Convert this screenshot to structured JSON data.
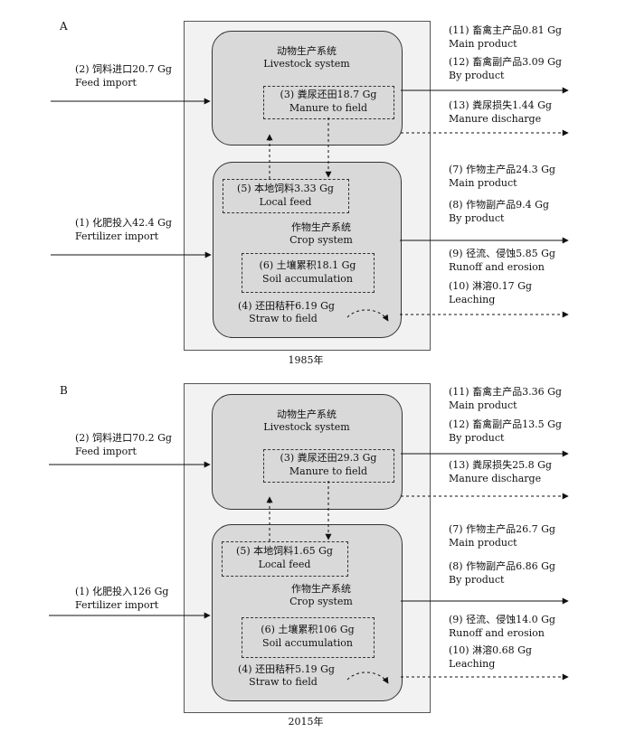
{
  "panels": [
    {
      "letter": "A",
      "year": "1985年",
      "livestock": {
        "cn": "动物生产系统",
        "en": "Livestock system"
      },
      "crop": {
        "cn": "作物生产系统",
        "en": "Crop system"
      },
      "manure_to_field": {
        "cn": "(3) 粪尿还田18.7 Gg",
        "en": "Manure to field"
      },
      "local_feed": {
        "cn": "(5) 本地饲料3.33 Gg",
        "en": "Local feed"
      },
      "soil_accumulation": {
        "cn": "(6) 土壤累积18.1 Gg",
        "en": "Soil accumulation"
      },
      "straw_to_field": {
        "cn": "(4) 还田秸秆6.19 Gg",
        "en": "Straw to field"
      },
      "feed_import": {
        "cn": "(2) 饲料进口20.7 Gg",
        "en": "Feed import"
      },
      "fertilizer_import": {
        "cn": "(1) 化肥投入42.4 Gg",
        "en": "Fertilizer import"
      },
      "outputs": {
        "main_product_livestock": {
          "cn": "(11) 畜禽主产品0.81 Gg",
          "en": "Main product"
        },
        "by_product_livestock": {
          "cn": "(12) 畜禽副产品3.09 Gg",
          "en": "By product"
        },
        "manure_discharge": {
          "cn": "(13) 粪尿损失1.44 Gg",
          "en": "Manure discharge"
        },
        "main_product_crop": {
          "cn": "(7) 作物主产品24.3 Gg",
          "en": "Main product"
        },
        "by_product_crop": {
          "cn": "(8) 作物副产品9.4 Gg",
          "en": "By product"
        },
        "runoff": {
          "cn": "(9) 径流、侵蚀5.85 Gg",
          "en": "Runoff and erosion"
        },
        "leaching": {
          "cn": "(10) 淋溶0.17 Gg",
          "en": "Leaching"
        }
      }
    },
    {
      "letter": "B",
      "year": "2015年",
      "livestock": {
        "cn": "动物生产系统",
        "en": "Livestock system"
      },
      "crop": {
        "cn": "作物生产系统",
        "en": "Crop system"
      },
      "manure_to_field": {
        "cn": "(3) 粪尿还田29.3 Gg",
        "en": "Manure to field"
      },
      "local_feed": {
        "cn": "(5) 本地饲料1.65 Gg",
        "en": "Local feed"
      },
      "soil_accumulation": {
        "cn": "(6) 土壤累积106 Gg",
        "en": "Soil accumulation"
      },
      "straw_to_field": {
        "cn": "(4) 还田秸秆5.19 Gg",
        "en": "Straw to field"
      },
      "feed_import": {
        "cn": "(2) 饲料进口70.2 Gg",
        "en": "Feed import"
      },
      "fertilizer_import": {
        "cn": "(1) 化肥投入126 Gg",
        "en": "Fertilizer import"
      },
      "outputs": {
        "main_product_livestock": {
          "cn": "(11) 畜禽主产品3.36 Gg",
          "en": "Main product"
        },
        "by_product_livestock": {
          "cn": "(12) 畜禽副产品13.5 Gg",
          "en": "By product"
        },
        "manure_discharge": {
          "cn": "(13) 粪尿损失25.8 Gg",
          "en": "Manure discharge"
        },
        "main_product_crop": {
          "cn": "(7) 作物主产品26.7 Gg",
          "en": "Main product"
        },
        "by_product_crop": {
          "cn": "(8) 作物副产品6.86 Gg",
          "en": "By product"
        },
        "runoff": {
          "cn": "(9) 径流、侵蚀14.0 Gg",
          "en": "Runoff and erosion"
        },
        "leaching": {
          "cn": "(10) 淋溶0.68 Gg",
          "en": "Leaching"
        }
      }
    }
  ]
}
